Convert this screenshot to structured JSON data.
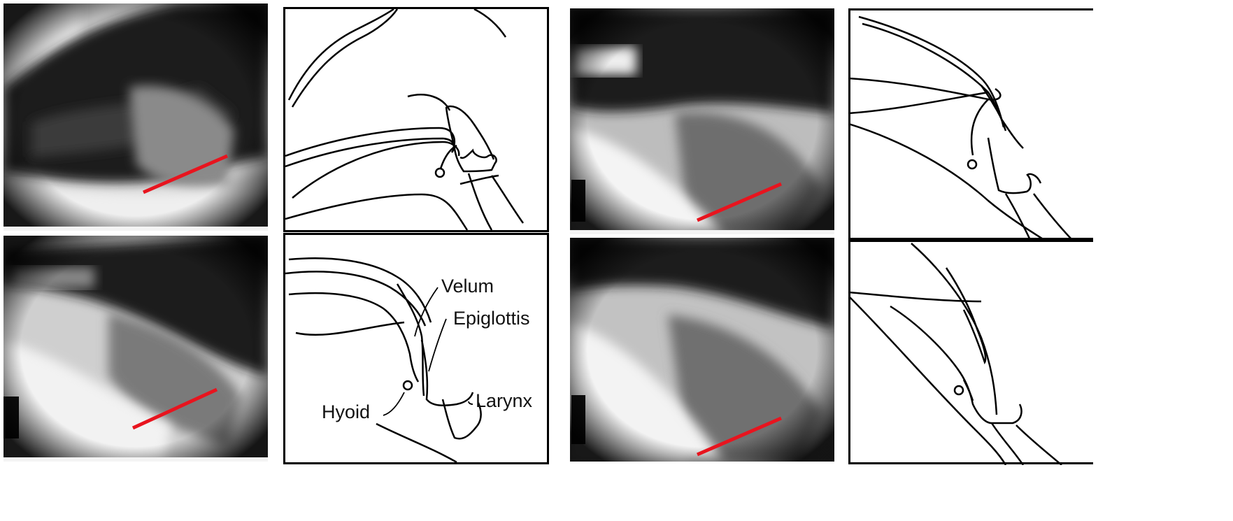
{
  "figure": {
    "annotations": {
      "velum": "Velum",
      "epiglottis": "Epiglottis",
      "hyoid": "Hyoid",
      "larynx": "Larynx"
    },
    "colors": {
      "reference_line": "#e8141e",
      "background": "#ffffff",
      "stroke": "#000000"
    }
  }
}
